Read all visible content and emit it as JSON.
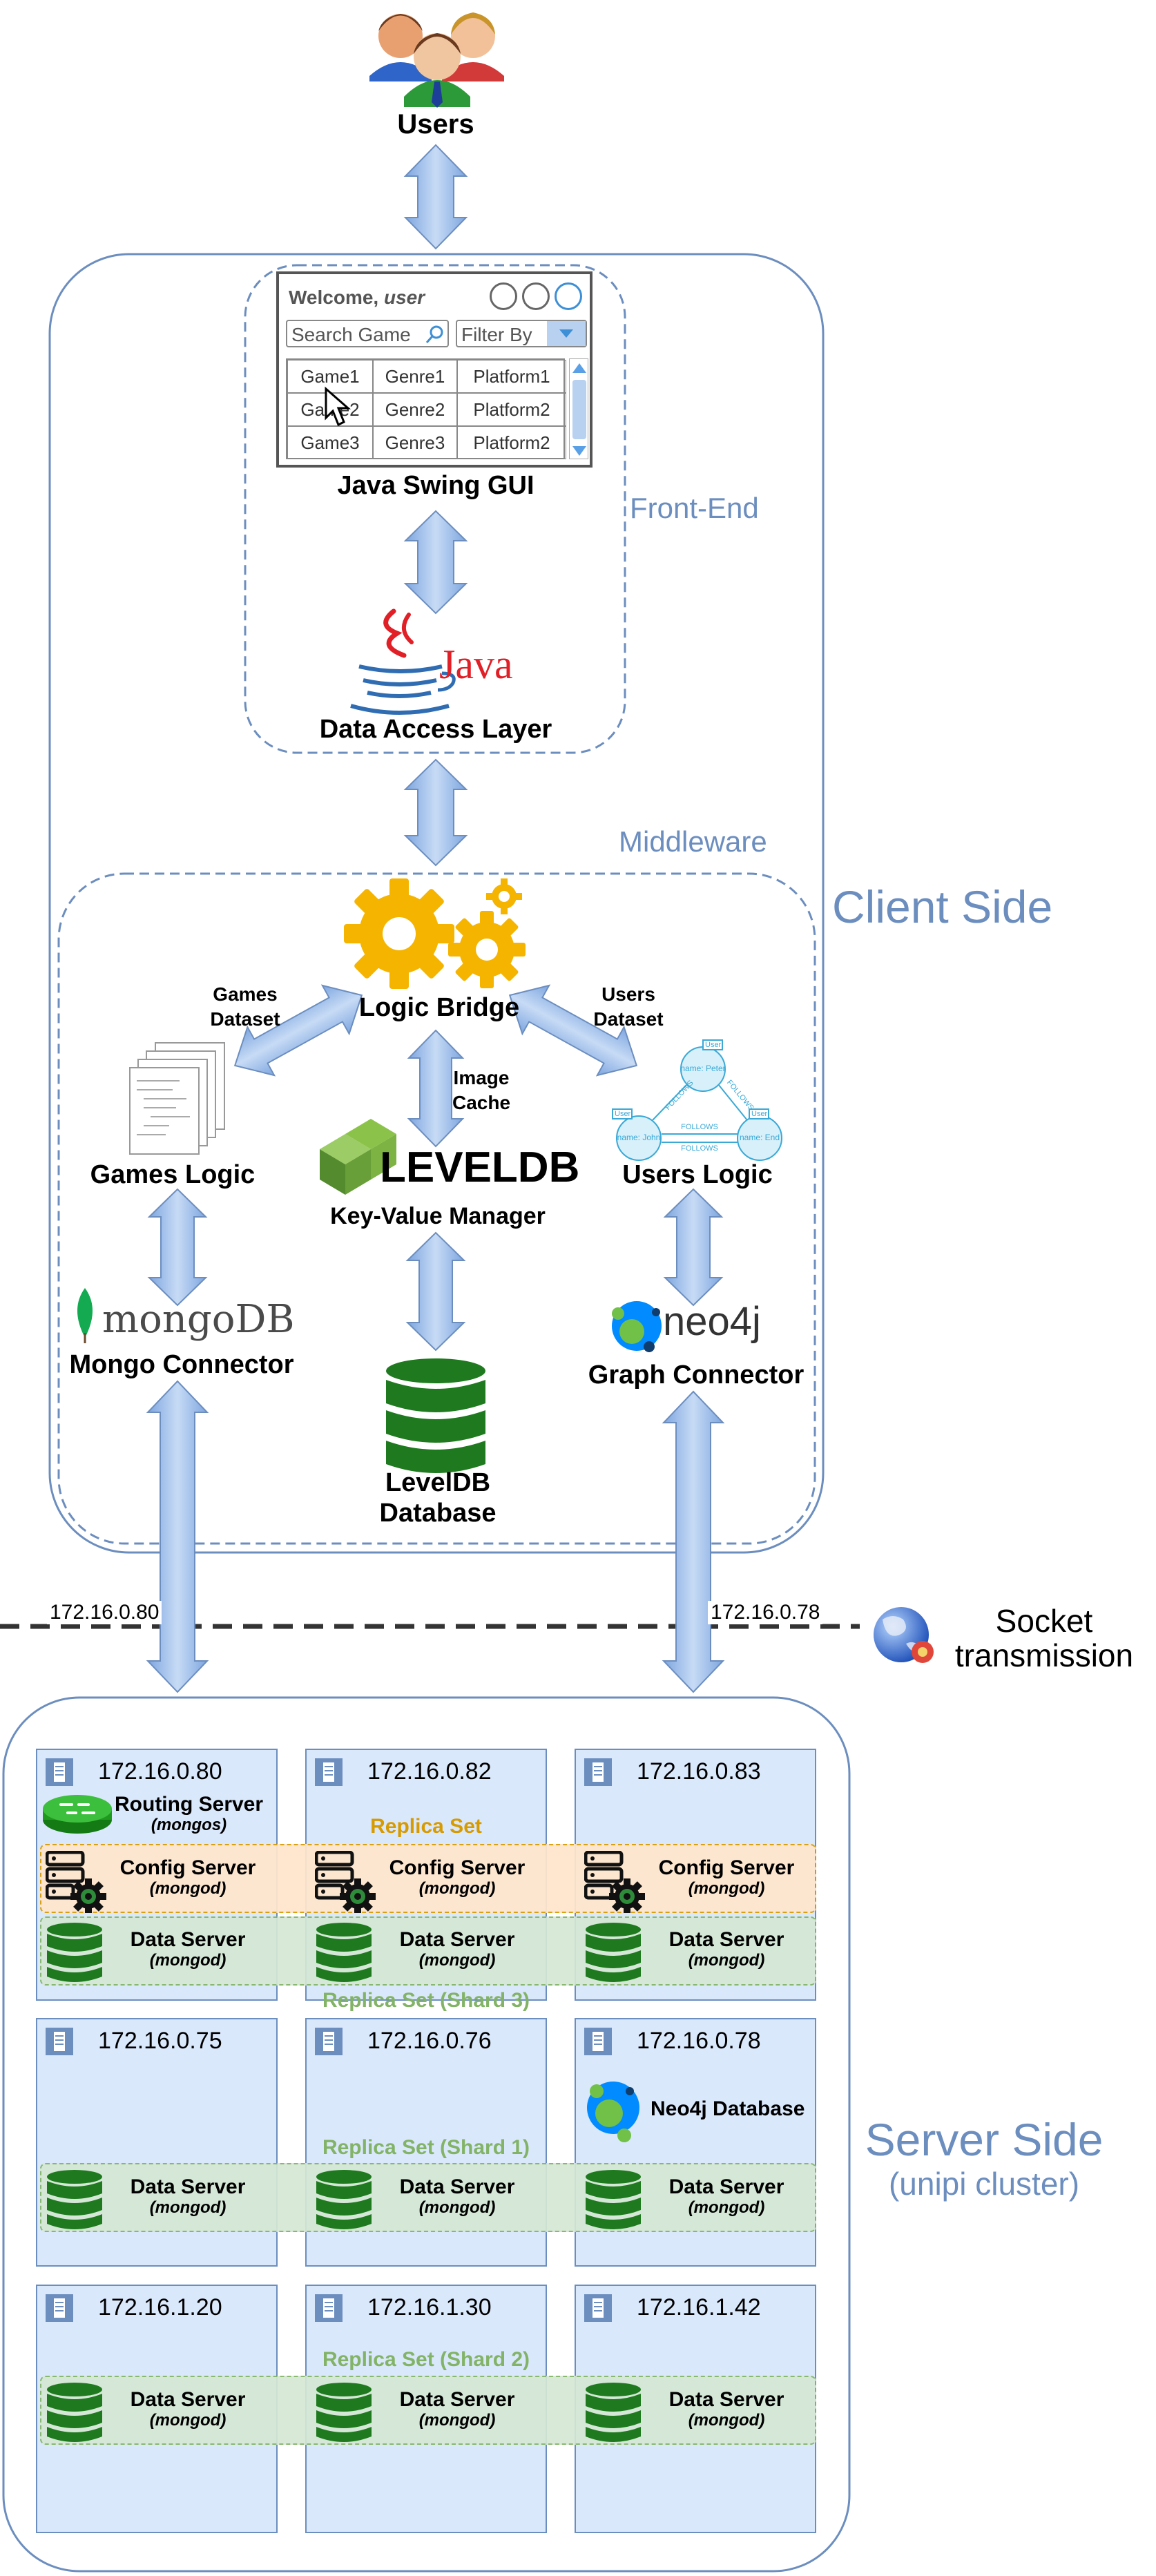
{
  "users": {
    "label": "Users"
  },
  "regions": {
    "client_side": "Client Side",
    "front_end": "Front-End",
    "middleware": "Middleware",
    "server_side": "Server Side",
    "server_side_sub": "(unipi cluster)"
  },
  "gui": {
    "welcome": "Welcome,",
    "user": "user",
    "search_placeholder": "Search Game",
    "filter": "Filter By",
    "rows": [
      [
        "Game1",
        "Genre1",
        "Platform1"
      ],
      [
        "Game2",
        "Genre2",
        "Platform2"
      ],
      [
        "Game3",
        "Genre3",
        "Platform2"
      ]
    ],
    "label": "Java Swing GUI"
  },
  "java": {
    "logo_text": "Java",
    "label": "Data Access Layer"
  },
  "logic_bridge": {
    "label": "Logic Bridge"
  },
  "edges": {
    "games_dataset": [
      "Games",
      "Dataset"
    ],
    "users_dataset": [
      "Users",
      "Dataset"
    ],
    "image_cache": [
      "Image",
      "Cache"
    ]
  },
  "games_logic": {
    "label": "Games Logic"
  },
  "users_logic": {
    "label": "Users Logic",
    "graph_nodes": [
      "name: Peter",
      "name: John",
      "name: End"
    ],
    "graph_edges": [
      "FOLLOWS",
      "FOLLOWS",
      "FOLLOWS",
      "FOLLOWS"
    ],
    "graph_tags": [
      "User",
      "User",
      "User"
    ]
  },
  "leveldb": {
    "logo": "LEVELDB",
    "manager": "Key-Value Manager",
    "db": [
      "LevelDB",
      "Database"
    ]
  },
  "mongo": {
    "logo": "mongoDB",
    "label": "Mongo Connector"
  },
  "neo4j": {
    "logo": "neo4j",
    "label": "Graph Connector"
  },
  "socket": {
    "ip_left": "172.16.0.80",
    "ip_right": "172.16.0.78",
    "label": [
      "Socket",
      "transmission"
    ]
  },
  "cluster": {
    "rows": [
      [
        "172.16.0.80",
        "172.16.0.82",
        "172.16.0.83"
      ],
      [
        "172.16.0.75",
        "172.16.0.76",
        "172.16.0.78"
      ],
      [
        "172.16.1.20",
        "172.16.1.30",
        "172.16.1.42"
      ]
    ],
    "routing": {
      "title": "Routing Server",
      "sub": "(mongos)"
    },
    "config": {
      "title": "Config Server",
      "sub": "(mongod)"
    },
    "data": {
      "title": "Data Server",
      "sub": "(mongod)"
    },
    "neo4j_db": "Neo4j Database",
    "replica_set": "Replica Set",
    "shard3": "Replica Set (Shard 3)",
    "shard1": "Replica Set (Shard 1)",
    "shard2": "Replica Set (Shard 2)"
  },
  "colors": {
    "region_border": "#6c8ebf",
    "arrow_fill": "#a9c4eb",
    "server_fill": "#dae8fc",
    "config_fill": "#ffe6cc",
    "data_fill": "#d5e8d4",
    "db_green": "#1f7a1f",
    "gear": "#f5b400",
    "replica_orange": "#d79b00",
    "replica_green": "#82b366"
  }
}
